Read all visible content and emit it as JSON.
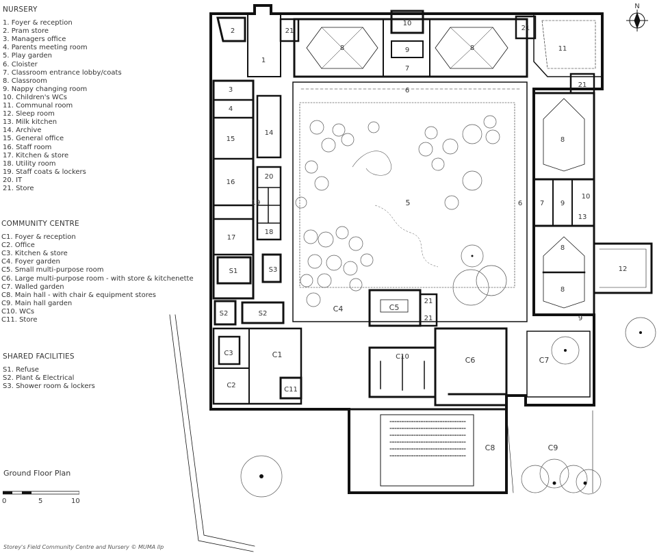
{
  "nursery": {
    "heading": "NURSERY",
    "items": [
      "1. Foyer & reception",
      "2. Pram store",
      "3. Managers office",
      "4. Parents meeting room",
      "5. Play garden",
      "6. Cloister",
      "7. Classroom entrance lobby/coats",
      "8. Classroom",
      "9. Nappy changing room",
      "10. Children's WCs",
      "11. Communal room",
      "12. Sleep room",
      "13. Milk kitchen",
      "14. Archive",
      "15. General office",
      "16. Staff room",
      "17. Kitchen & store",
      "18. Utility room",
      "19. Staff coats & lockers",
      "20. IT",
      "21. Store"
    ]
  },
  "community": {
    "heading": "COMMUNITY CENTRE",
    "items": [
      "C1. Foyer & reception",
      "C2. Office",
      "C3. Kitchen & store",
      "C4. Foyer garden",
      "C5. Small multi-purpose room",
      "C6. Large multi-purpose room - with store & kitchenette",
      "C7. Walled garden",
      "C8. Main hall - with chair & equipment stores",
      "C9. Main hall garden",
      "C10. WCs",
      "C11. Store"
    ]
  },
  "shared": {
    "heading": "SHARED FACILITIES",
    "items": [
      "S1. Refuse",
      "S2. Plant & Electrical",
      "S3. Shower room & lockers"
    ]
  },
  "plan_title": "Ground Floor Plan",
  "scale": {
    "labels": [
      "0",
      "5",
      "10"
    ]
  },
  "credit": "Storey's Field Community Centre and Nursery © MUMA llp",
  "north_label": "N",
  "room_labels": {
    "r1": "1",
    "r2": "2",
    "r3": "3",
    "r4": "4",
    "r5": "5",
    "r6": "6",
    "r7": "7",
    "r8": "8",
    "r9": "9",
    "r10": "10",
    "r11": "11",
    "r12": "12",
    "r13": "13",
    "r14": "14",
    "r15": "15",
    "r16": "16",
    "r17": "17",
    "r18": "18",
    "r19": "19",
    "r20": "20",
    "r21": "21",
    "c1": "C1",
    "c2": "C2",
    "c3": "C3",
    "c4": "C4",
    "c5": "C5",
    "c6": "C6",
    "c7": "C7",
    "c8": "C8",
    "c9": "C9",
    "c10": "C10",
    "c11": "C11",
    "s1": "S1",
    "s2": "S2",
    "s3": "S3"
  }
}
